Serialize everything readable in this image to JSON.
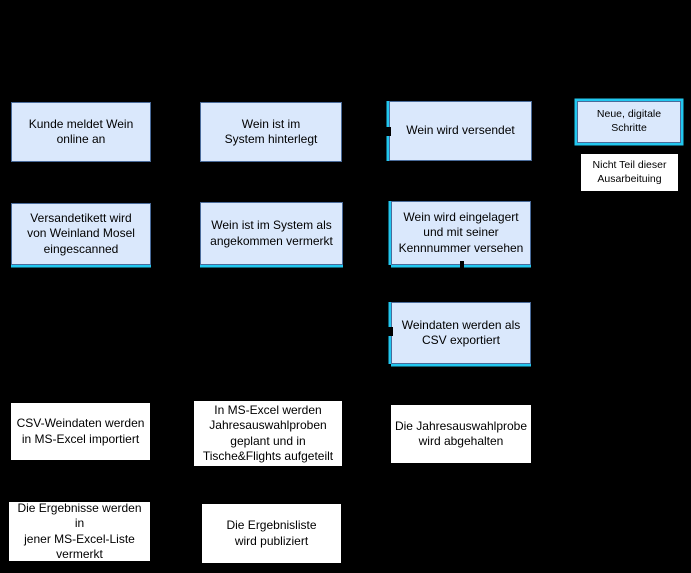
{
  "colors": {
    "process_fill": "#dae8fc",
    "process_border": "#4a6b9a",
    "highlight_cyan": "#22c7ef",
    "manual_fill": "#ffffff",
    "text": "#000000",
    "background": "#000000"
  },
  "legend": {
    "digital": {
      "label": "Neue, digitale Schritte"
    },
    "excluded": {
      "label": "Nicht Teil dieser\nAusarbeituing"
    }
  },
  "flow": {
    "nodes": [
      {
        "id": "kunde-meldet-wein",
        "type": "digital",
        "label": "Kunde meldet Wein\nonline an"
      },
      {
        "id": "wein-im-system-hinterlegt",
        "type": "digital",
        "label": "Wein ist im\nSystem hinterlegt"
      },
      {
        "id": "wein-wird-versendet",
        "type": "digital",
        "label": "Wein wird versendet"
      },
      {
        "id": "versandetikett-eingescanned",
        "type": "digital",
        "label": "Versandetikett wird\nvon Weinland Mosel\neingescanned"
      },
      {
        "id": "wein-angekommen-vermerkt",
        "type": "digital",
        "label": "Wein ist im System als\nangekommen vermerkt"
      },
      {
        "id": "wein-eingelagert",
        "type": "digital",
        "label": "Wein wird eingelagert\nund mit seiner\nKennnummer versehen"
      },
      {
        "id": "weindaten-csv-export",
        "type": "digital",
        "label": "Weindaten werden als\nCSV exportiert"
      },
      {
        "id": "csv-import-excel",
        "type": "excluded",
        "label": "CSV-Weindaten werden\nin MS-Excel importiert"
      },
      {
        "id": "excel-jahresauswahlproben",
        "type": "excluded",
        "label": "In MS-Excel werden\nJahresauswahlproben\ngeplant und in\nTische&Flights aufgeteilt"
      },
      {
        "id": "jahresauswahlprobe-abgehalten",
        "type": "excluded",
        "label": "Die Jahresauswahlprobe\nwird abgehalten"
      },
      {
        "id": "ergebnisse-vermerkt",
        "type": "excluded",
        "label": "Die Ergebnisse werden in\njener MS-Excel-Liste\nvermerkt"
      },
      {
        "id": "ergebnisliste-publiziert",
        "type": "excluded",
        "label": "Die Ergebnisliste\nwird publiziert"
      }
    ]
  }
}
